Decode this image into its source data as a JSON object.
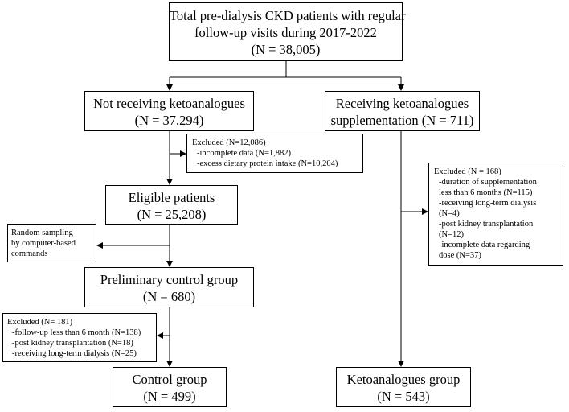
{
  "top": {
    "lines": [
      "Total pre-dialysis  CKD patients with regular",
      "follow-up visits during 2017-2022",
      "(N = 38,005)"
    ]
  },
  "not_receiving": {
    "lines": [
      "Not receiving  ketoanalogues",
      "(N = 37,294)"
    ]
  },
  "receiving": {
    "lines": [
      "Receiving  ketoanalogues",
      "supplementation  (N = 711)"
    ]
  },
  "excluded_left_1": {
    "title": "Excluded (N=12,086)",
    "items": [
      "-incomplete data (N=1,882)",
      "-excess dietary protein intake (N=10,204)"
    ]
  },
  "excluded_right": {
    "title": "Excluded (N = 168)",
    "items": [
      "-duration of supplementation",
      "less than 6 months (N=115)",
      "-receiving long-term dialysis",
      "(N=4)",
      "-post kidney  transplantation",
      "(N=12)",
      "-incomplete data regarding",
      "dose (N=37)"
    ]
  },
  "eligible": {
    "lines": [
      "Eligible patients",
      "(N = 25,208)"
    ]
  },
  "random_sampling": {
    "lines": [
      "Random sampling",
      "by computer-based",
      "commands"
    ]
  },
  "preliminary": {
    "lines": [
      "Preliminary  control group",
      "(N = 680)"
    ]
  },
  "excluded_left_2": {
    "title": "Excluded (N= 181)",
    "items": [
      "-follow-up  less than 6 month (N=138)",
      "-post kidney  transplantation (N=18)",
      "-receiving long-term dialysis  (N=25)"
    ]
  },
  "control": {
    "lines": [
      "Control group",
      "(N = 499)"
    ]
  },
  "keto": {
    "lines": [
      "Ketoanalogues group",
      "(N = 543)"
    ]
  }
}
